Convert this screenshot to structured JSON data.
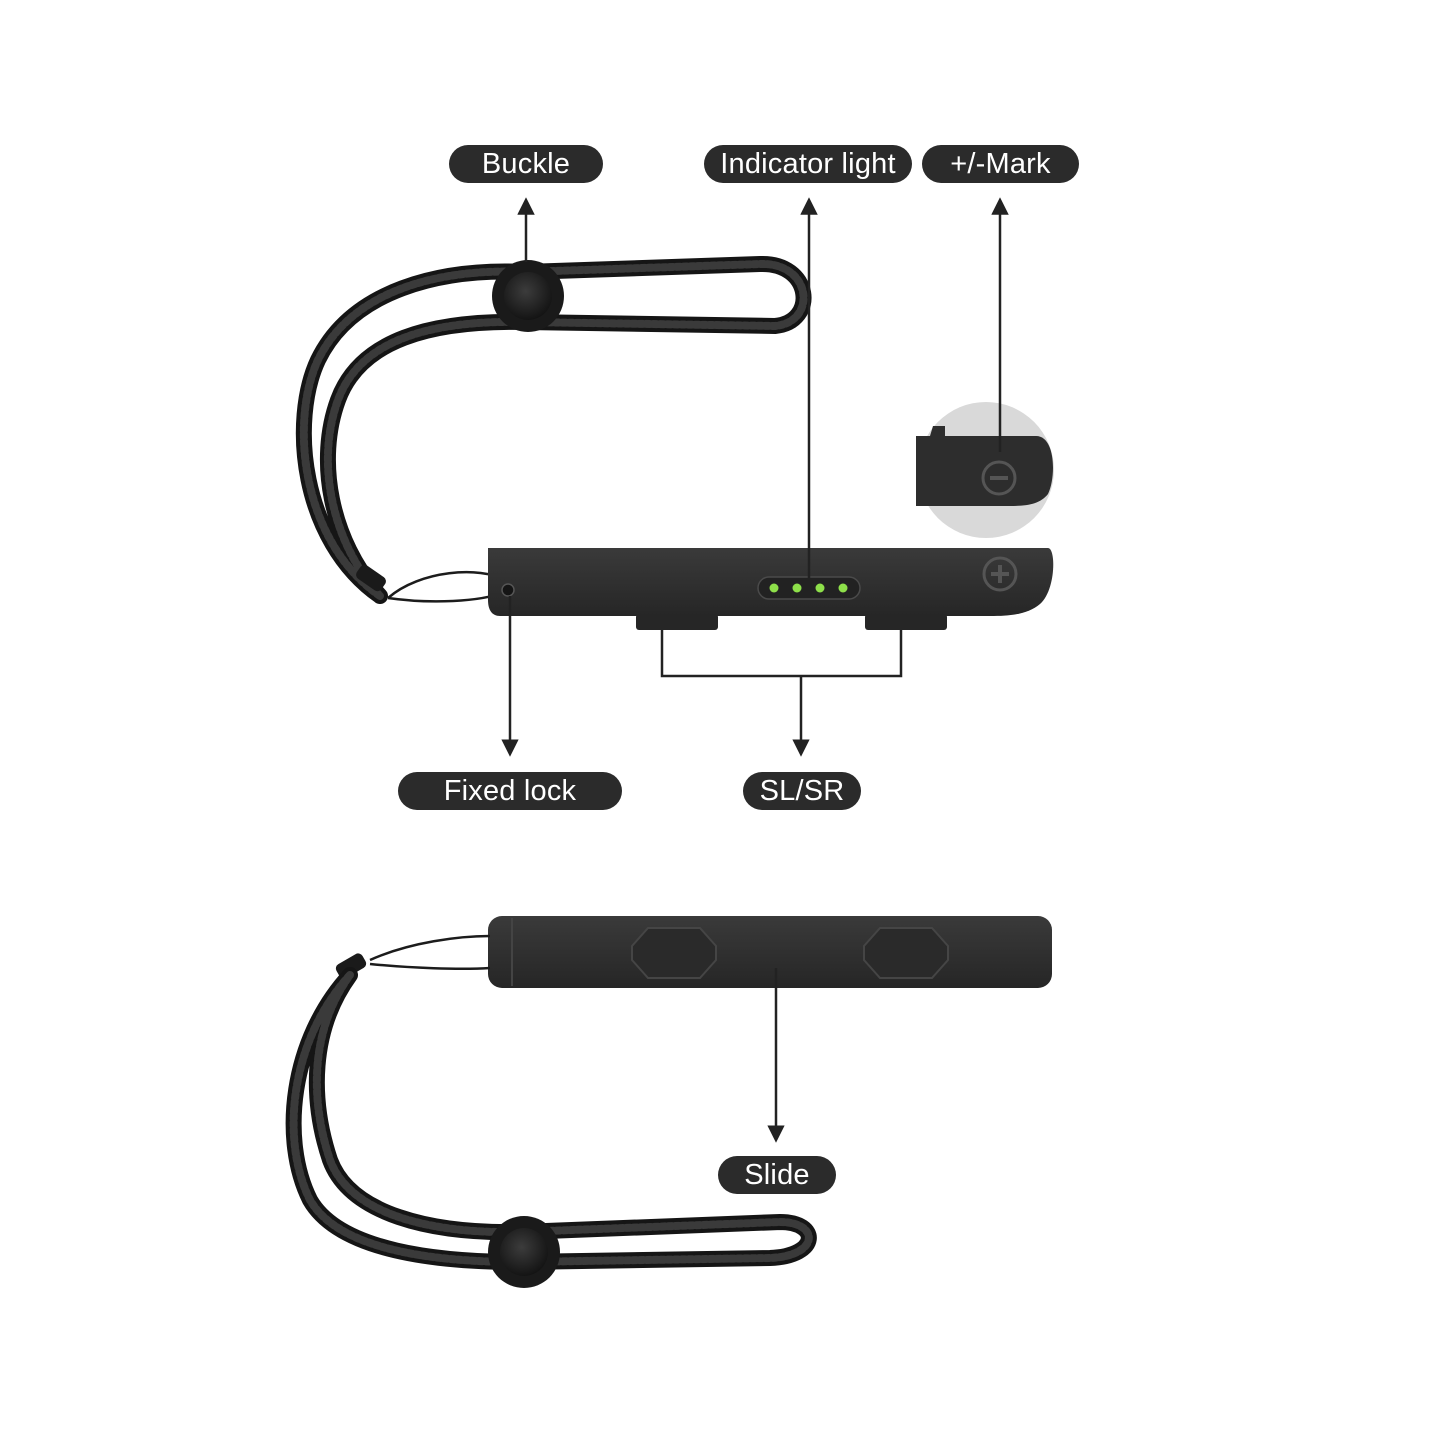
{
  "labels": {
    "buckle": "Buckle",
    "indicator_light": "Indicator light",
    "mark": "+/-Mark",
    "fixed_lock": "Fixed lock",
    "sl_sr": "SL/SR",
    "slide": "Slide"
  },
  "colors": {
    "label_background": "#2b2b2b",
    "label_text": "#ffffff",
    "strap_body": "#2f2f2f",
    "cord": "#1c1c1c",
    "indicator_led": "#8ee04a",
    "inset_background": "#d9d9d9",
    "arrow": "#222222"
  },
  "icons": {
    "plus_mark": "plus-circle-icon",
    "minus_mark": "minus-circle-icon"
  },
  "indicator_led_count": 4
}
